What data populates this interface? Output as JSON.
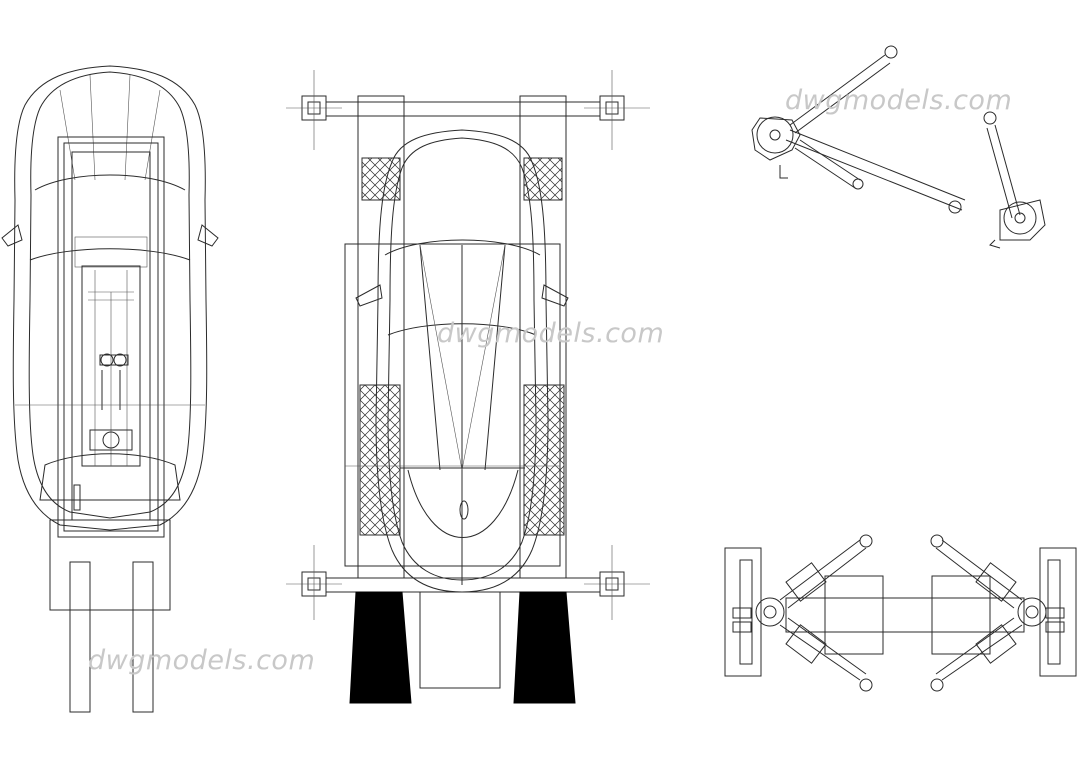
{
  "watermarks": [
    {
      "text": "dwgmodels.com"
    },
    {
      "text": "dwgmodels.com"
    },
    {
      "text": "dwgmodels.com"
    }
  ],
  "colors": {
    "line": "#2b2b2b",
    "fill_black": "#000000",
    "watermark": "#c8c8c8",
    "background": "#ffffff"
  },
  "views": [
    {
      "id": "car-on-lift-top-view",
      "icon": "car-top-view-with-lift-icon"
    },
    {
      "id": "car-on-platform-lift",
      "icon": "car-on-four-post-lift-icon"
    },
    {
      "id": "lift-arm-swung",
      "icon": "lift-arm-angled-icon"
    },
    {
      "id": "two-post-lift-arms-plan",
      "icon": "two-post-lift-plan-icon"
    }
  ]
}
